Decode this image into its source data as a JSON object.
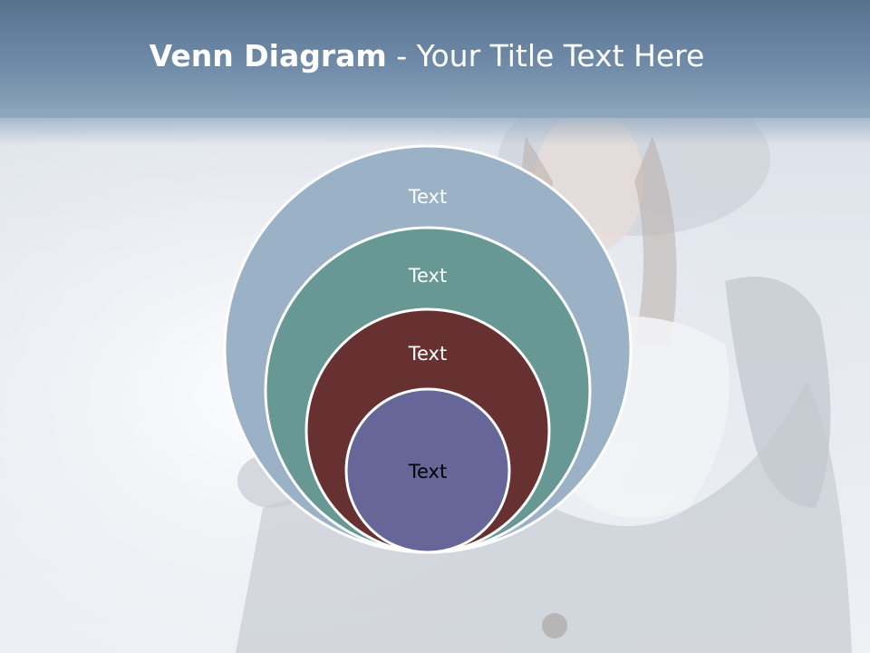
{
  "header": {
    "title_bold": "Venn Diagram",
    "title_rest": " - Your Title Text Here"
  },
  "background": {
    "photo": "winter-portrait-photo"
  },
  "diagram": {
    "rings": [
      {
        "label": "Text",
        "fill": "#9bb1c6",
        "text_color": "#ffffff"
      },
      {
        "label": "Text",
        "fill": "#679894",
        "text_color": "#ffffff"
      },
      {
        "label": "Text",
        "fill": "#663130",
        "text_color": "#ffffff"
      },
      {
        "label": "Text",
        "fill": "#666699",
        "text_color": "#000000"
      }
    ]
  }
}
